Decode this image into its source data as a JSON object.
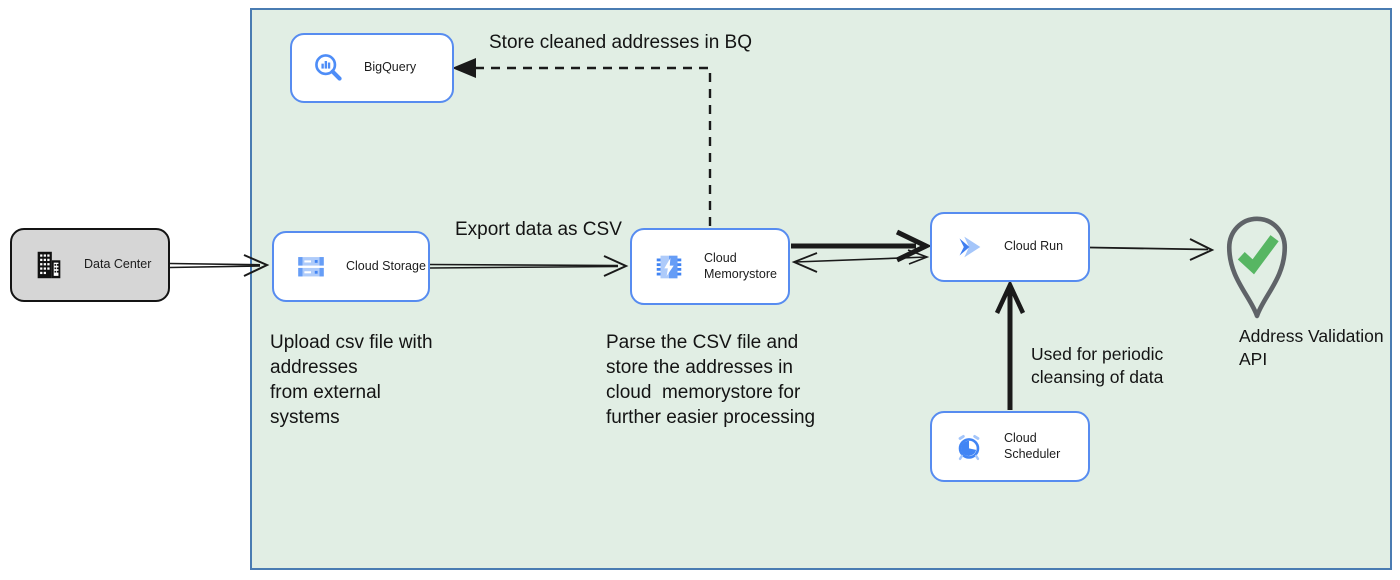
{
  "diagram": {
    "kind": "cloud-architecture-flow",
    "boundary_name": "google-cloud-environment"
  },
  "nodes": {
    "data_center": {
      "label": "Data Center",
      "icon": "building-icon"
    },
    "bigquery": {
      "label": "BigQuery",
      "icon": "bigquery-icon"
    },
    "cloud_storage": {
      "label": "Cloud Storage",
      "icon": "cloud-storage-icon"
    },
    "cloud_memorystore": {
      "label": "Cloud\nMemorystore",
      "icon": "memorystore-chip-icon"
    },
    "cloud_run": {
      "label": "Cloud Run",
      "icon": "cloud-run-icon"
    },
    "cloud_scheduler": {
      "label": "Cloud Scheduler",
      "icon": "scheduler-clock-icon"
    },
    "address_validation": {
      "label": "Address Validation\nAPI",
      "icon": "location-pin-check-icon"
    }
  },
  "annotations": {
    "store_bq": "Store cleaned addresses in BQ",
    "export_csv": "Export data as CSV",
    "upload_note": "Upload csv file with\naddresses\nfrom external\nsystems",
    "parse_note": "Parse the CSV file and\nstore the addresses in\ncloud  memorystore for\nfurther easier processing",
    "periodic_note": "Used for periodic\ncleansing of data"
  },
  "edges": [
    {
      "from": "data_center",
      "to": "cloud_storage",
      "style": "solid",
      "label": ""
    },
    {
      "from": "cloud_storage",
      "to": "cloud_memorystore",
      "style": "solid",
      "label": "Export data as CSV"
    },
    {
      "from": "cloud_memorystore",
      "to": "cloud_run",
      "style": "solid-thick",
      "label": ""
    },
    {
      "from": "cloud_run",
      "to": "cloud_memorystore",
      "style": "solid-thin",
      "label": ""
    },
    {
      "from": "cloud_run",
      "to": "address_validation",
      "style": "solid",
      "label": ""
    },
    {
      "from": "cloud_scheduler",
      "to": "cloud_run",
      "style": "solid-thick",
      "label": "Used for periodic cleansing of data"
    },
    {
      "from": "cloud_memorystore",
      "to": "bigquery",
      "style": "dashed",
      "label": "Store cleaned addresses in BQ"
    }
  ],
  "colors": {
    "boundary_fill": "#e1eee4",
    "boundary_border": "#4a7cb2",
    "node_border_blue": "#578cf0",
    "google_blue": "#4285f4",
    "google_blue_light": "#aecbfa",
    "google_blue_mid": "#669df6",
    "data_center_fill": "#d6d6d6",
    "arrow_black": "#1a1a1a",
    "pin_gray": "#5f6368",
    "check_green": "#57b663"
  }
}
